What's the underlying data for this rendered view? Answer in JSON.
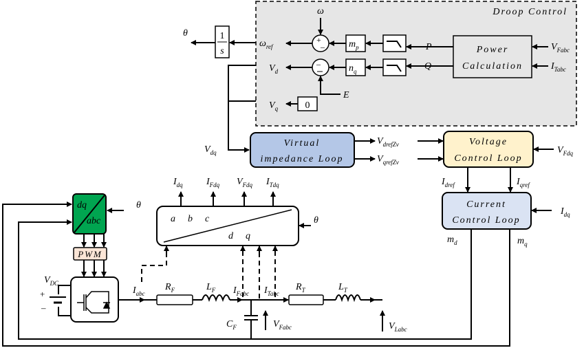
{
  "diagram": {
    "droop_control": {
      "title": "Droop Control",
      "fill": "#e6e6e6",
      "omega": {
        "main": "ω",
        "sub": ""
      },
      "omega_ref": {
        "main": "ω",
        "sub": "ref"
      },
      "vd": {
        "main": "V",
        "sub": "d"
      },
      "vq": {
        "main": "V",
        "sub": "q"
      },
      "e": {
        "main": "E",
        "sub": ""
      },
      "p": {
        "main": "P",
        "sub": ""
      },
      "q": {
        "main": "Q",
        "sub": ""
      },
      "mp": {
        "main": "m",
        "sub": "p"
      },
      "nq": {
        "main": "n",
        "sub": "q"
      },
      "zero_block": "0",
      "sum1_signs": [
        "+",
        "–"
      ],
      "sum2_signs": [
        "–",
        ""
      ],
      "power_calc": [
        "Power",
        "Calculation"
      ],
      "v_fabc_in": {
        "main": "V",
        "sub": "Fabc"
      },
      "i_tabc_in": {
        "main": "I",
        "sub": "Tabc"
      }
    },
    "integrator": {
      "num": "1",
      "den": "s"
    },
    "theta_out": {
      "main": "θ",
      "sub": ""
    },
    "vdq": {
      "main": "V",
      "sub": "dq"
    },
    "virtual_impedance": {
      "lines": [
        "Virtual",
        "impedance Loop"
      ],
      "fill": "#b4c7e7"
    },
    "vdrefzv": {
      "main": "V",
      "sub": "drefZv"
    },
    "vqrefzv": {
      "main": "V",
      "sub": "qrefZv"
    },
    "voltage_loop": {
      "lines": [
        "Voltage",
        "Control Loop"
      ],
      "fill": "#fff2cc"
    },
    "v_fdq_in": {
      "main": "V",
      "sub": "Fdq"
    },
    "idref": {
      "main": "I",
      "sub": "dref"
    },
    "iqref": {
      "main": "I",
      "sub": "qref"
    },
    "current_loop": {
      "lines": [
        "Current",
        "Control Loop"
      ],
      "fill": "#dae3f3"
    },
    "i_dq_in": {
      "main": "I",
      "sub": "dq"
    },
    "md": {
      "main": "m",
      "sub": "d"
    },
    "mq": {
      "main": "m",
      "sub": "q"
    },
    "dq_abc": {
      "top": "dq",
      "bottom": "abc",
      "fill": "#00a550"
    },
    "theta_dqabc": {
      "main": "θ",
      "sub": ""
    },
    "pwm": {
      "label": "PWM",
      "fill": "#fbe5d6"
    },
    "vdc": {
      "main": "V",
      "sub": "DC"
    },
    "battery_signs": [
      "+",
      "–"
    ],
    "abc_dq": {
      "abc": [
        "a",
        "b",
        "c"
      ],
      "dq": [
        "d",
        "q"
      ]
    },
    "theta_abcdq": {
      "main": "θ",
      "sub": ""
    },
    "out_idq": {
      "main": "I",
      "sub": "dq"
    },
    "out_ifdq": {
      "main": "I",
      "sub": "Fdq"
    },
    "out_vfdq": {
      "main": "V",
      "sub": "Fdq"
    },
    "out_itdq": {
      "main": "I",
      "sub": "Tdq"
    },
    "iabc": {
      "main": "I",
      "sub": "abc"
    },
    "rf": {
      "main": "R",
      "sub": "F"
    },
    "lf": {
      "main": "L",
      "sub": "F"
    },
    "ifabc": {
      "main": "I",
      "sub": "Fabc"
    },
    "itabc": {
      "main": "I",
      "sub": "Tabc"
    },
    "rt": {
      "main": "R",
      "sub": "T"
    },
    "lt": {
      "main": "L",
      "sub": "T"
    },
    "cf": {
      "main": "C",
      "sub": "F"
    },
    "vfabc": {
      "main": "V",
      "sub": "Fabc"
    },
    "vlabc": {
      "main": "V",
      "sub": "Labc"
    }
  }
}
